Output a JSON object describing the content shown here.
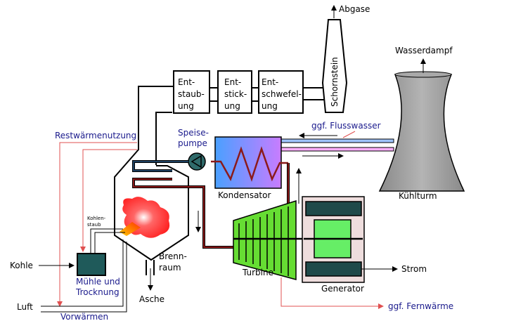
{
  "labels": {
    "abgase": "Abgase",
    "wasserdampf": "Wasserdampf",
    "schornstein": "Schornstein",
    "entstaubung": [
      "Ent-",
      "staub-",
      "ung"
    ],
    "entstickung": [
      "Ent-",
      "stick-",
      "ung"
    ],
    "entschwefelung": [
      "Ent-",
      "schwefel-",
      "ung"
    ],
    "ggf_flusswasser": "ggf. Flusswasser",
    "restwaermenutzung": "Restwärmenutzung",
    "speisepumpe": [
      "Speise-",
      "pumpe"
    ],
    "kondensator": "Kondensator",
    "kuehlturm": "Kühlturm",
    "kohlenstaub": [
      "Kohlen-",
      "staub"
    ],
    "kohle": "Kohle",
    "muehle": [
      "Mühle und",
      "Trocknung"
    ],
    "brennraum": [
      "Brenn-",
      "raum"
    ],
    "asche": "Asche",
    "turbine": "Turbine",
    "generator": "Generator",
    "strom": "Strom",
    "ggf_fernwaerme": "ggf. Fernwärme",
    "luft": "Luft",
    "vorwaermen": "Vorwärmen"
  },
  "colors": {
    "outline": "#000000",
    "red_line": "#e05050",
    "steam_pipe": "#8b1a1a",
    "water_pipe": "#1e4060",
    "pump": "#2f6a6a",
    "mill": "#1f5a5a",
    "condenser_left": "#4aa0ff",
    "condenser_right": "#c87cff",
    "river_blue": "#9fc4ff",
    "river_pink": "#ffb0ff",
    "turbine": "#66dd33",
    "generator_bg": "#eedddd",
    "generator_block": "#1f4a4a",
    "generator_core": "#66ee66",
    "cooling_tower": "#999999",
    "blue_text": "#1a1a8c"
  }
}
